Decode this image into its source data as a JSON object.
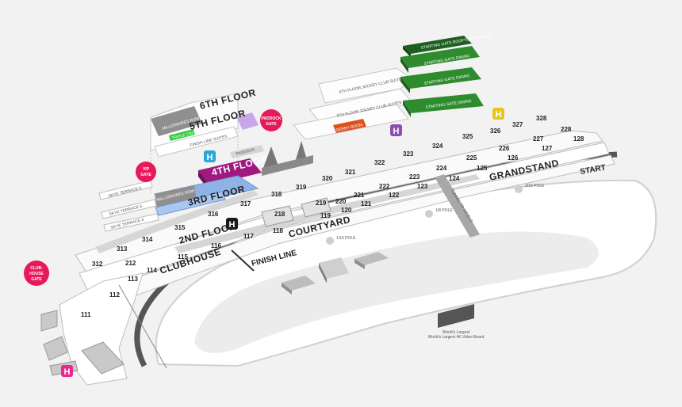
{
  "floors": {
    "f6": "6TH FLOOR",
    "f5": "5TH FLOOR",
    "f4": "4TH FLOOR",
    "f3": "3RD FLOOR",
    "f2": "2ND FLOOR",
    "jockey6": "6TH FLOOR JOCKEY CLUB SUITES",
    "jockey5": "5TH FLOOR JOCKEY CLUB SUITES"
  },
  "areas": {
    "clubhouse": "CLUBHOUSE",
    "courtyard": "COURTYARD",
    "grandstand": "GRANDSTAND",
    "finish_line": "FINISH LINE",
    "start": "START",
    "tunnel": "TUNNEL TO INFIELD",
    "paddock": "PADDOCK",
    "millionaires_row_6": "MILLIONAIRES ROW",
    "millionaires_row_3": "MILLIONAIRES ROW",
    "finish_line_suites": "FINISH LINE SUITES",
    "triple_crown": "TRIPLE CROWN",
    "derby_room": "DERBY ROOM",
    "rooftop": "STARTING GATE ROOFTOP TERRACE",
    "starting_gate_dining": "STARTING GATE DINING",
    "skye6": "SKYE TERRACE 6",
    "skye5": "SKYE TERRACE 5",
    "skye4": "SKYE TERRACE 4",
    "video_board": "World's Largest 4K Video Board"
  },
  "poles": {
    "p316": "3/16 POLE",
    "p18": "1/8 POLE",
    "p116": "1/16 POLE"
  },
  "gates": {
    "vip": "VIP GATE",
    "paddock": "PADDOCK GATE",
    "clubhouse": "CLUB-HOUSE GATE"
  },
  "help": "H",
  "sections": {
    "s328": "328",
    "s327": "327",
    "s326": "326",
    "s325": "325",
    "s324": "324",
    "s323": "323",
    "s322": "322",
    "s321": "321",
    "s320": "320",
    "s319": "319",
    "s318": "318",
    "s317": "317",
    "s316": "316",
    "s315": "315",
    "s314": "314",
    "s313": "313",
    "s312": "312",
    "s228": "228",
    "s227": "227",
    "s226": "226",
    "s225": "225",
    "s224": "224",
    "s223": "223",
    "s222": "222",
    "s221": "221",
    "s220": "220",
    "s219": "219",
    "s218": "218",
    "s212": "212",
    "s128": "128",
    "s127": "127",
    "s126": "126",
    "s125": "125",
    "s124": "124",
    "s123": "123",
    "s122": "122",
    "s121": "121",
    "s120": "120",
    "s119": "119",
    "s118": "118",
    "s117": "117",
    "s116": "116",
    "s115": "115",
    "s114": "114",
    "s113": "113",
    "s112": "112",
    "s111": "111"
  },
  "colors": {
    "dark_green": "#1e5e1e",
    "green": "#2e8b2e",
    "magenta": "#a0197f",
    "blue_floor": "#8fb3e6",
    "orange": "#e0501e",
    "gate_pink": "#e8185a",
    "h_cyan": "#2aa7d6",
    "h_purple": "#8a4fb0",
    "h_yellow": "#e8c51c",
    "h_pink": "#e62a8a"
  }
}
